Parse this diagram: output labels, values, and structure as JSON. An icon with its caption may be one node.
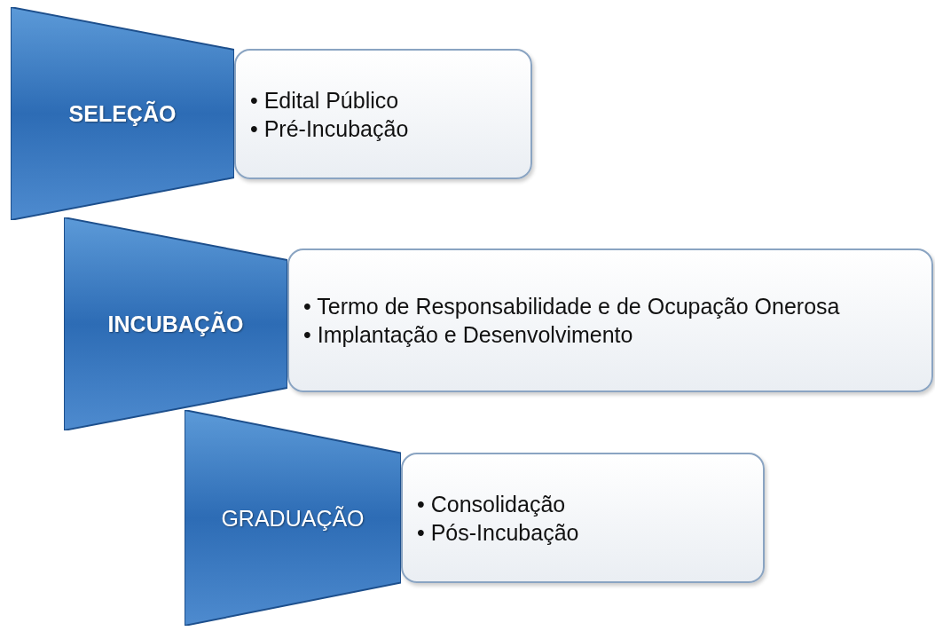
{
  "diagram": {
    "nodes": [
      {
        "text": [
          "SELEÇÃO"
        ]
      },
      {
        "text": [
          "• Edital Público",
          "• Pré-Incubação"
        ]
      },
      {
        "text": [
          "INCUBAÇÃO"
        ]
      },
      {
        "text": [
          "• Termo de Responsabilidade e de Ocupação Onerosa",
          "• Implantação e Desenvolvimento"
        ]
      },
      {
        "text": [
          "GRADUAÇÃO"
        ]
      },
      {
        "text": [
          "• Consolidação",
          "• Pós-Incubação"
        ]
      }
    ]
  }
}
